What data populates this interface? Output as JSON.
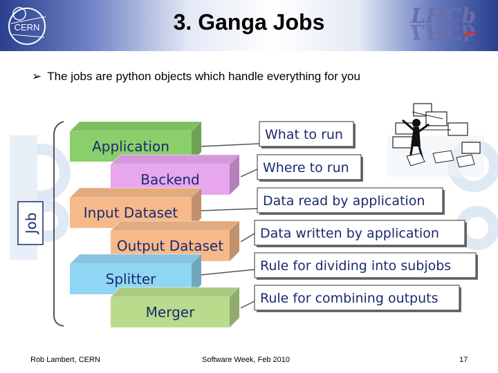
{
  "slide": {
    "title": "3. Ganga Jobs",
    "bullet": "The jobs are python objects which handle everything for you",
    "cern_logo_text": "CERN",
    "lhcb_logo_text": "LHCb"
  },
  "diagram": {
    "job_label": "Job",
    "layers": [
      {
        "label": "Application",
        "color": "#8ad06a"
      },
      {
        "label": "Backend",
        "color": "#e7a6ee"
      },
      {
        "label": "Input Dataset",
        "color": "#f7b98a"
      },
      {
        "label": "Output Dataset",
        "color": "#f7b98a"
      },
      {
        "label": "Splitter",
        "color": "#8fd6f5"
      },
      {
        "label": "Merger",
        "color": "#b9db8c"
      }
    ],
    "descriptions": [
      "What to run",
      "Where to run",
      "Data read by application",
      "Data written by application",
      "Rule for dividing into subjobs",
      "Rule for combining outputs"
    ]
  },
  "footer": {
    "author": "Rob Lambert, CERN",
    "event": "Software Week, Feb 2010",
    "page": "17"
  }
}
